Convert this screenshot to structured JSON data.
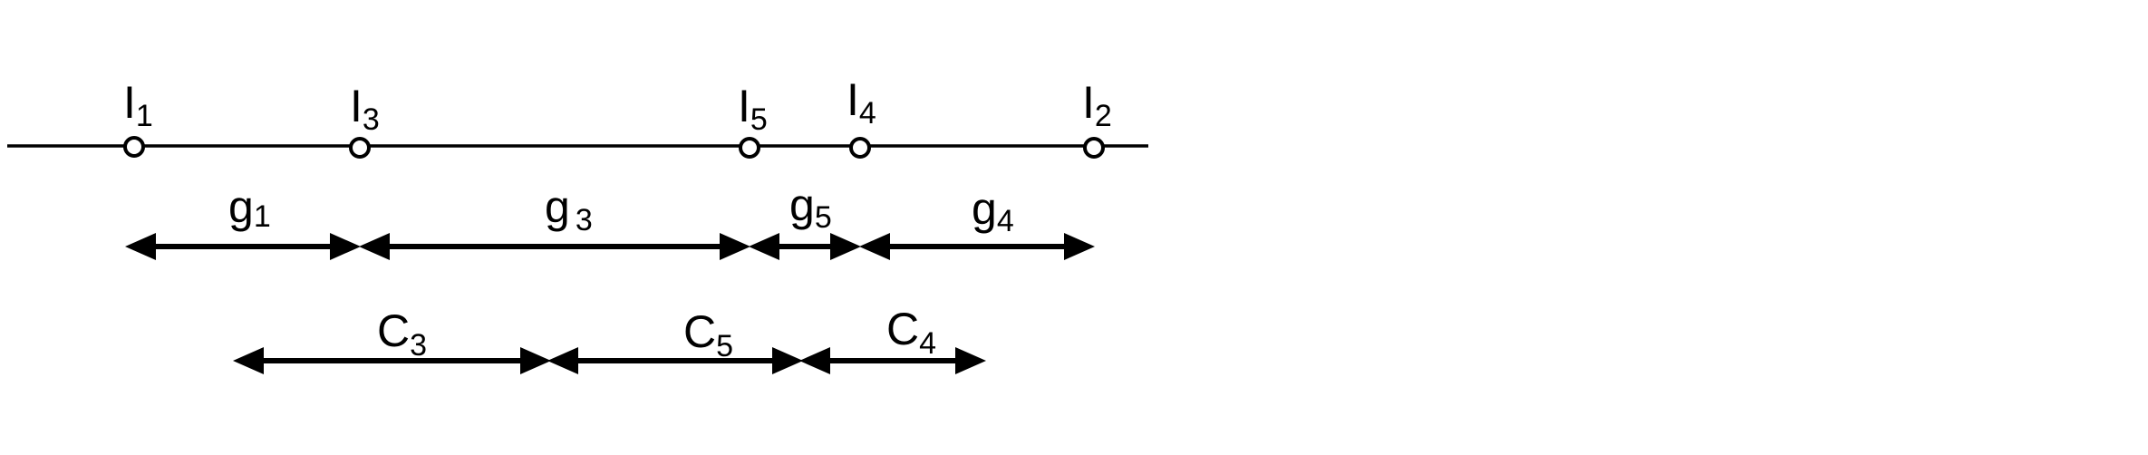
{
  "nodes": [
    {
      "main": "I",
      "sub": "1"
    },
    {
      "main": "I",
      "sub": "3"
    },
    {
      "main": "I",
      "sub": "5"
    },
    {
      "main": "I",
      "sub": "4"
    },
    {
      "main": "I",
      "sub": "2"
    }
  ],
  "gaps": [
    {
      "main": "g",
      "sub": "1"
    },
    {
      "main": "g",
      "sub": "3"
    },
    {
      "main": "g",
      "sub": "5"
    },
    {
      "main": "g",
      "sub": "4"
    }
  ],
  "spans": [
    {
      "main": "C",
      "sub": "3"
    },
    {
      "main": "C",
      "sub": "5"
    },
    {
      "main": "C",
      "sub": "4"
    }
  ]
}
